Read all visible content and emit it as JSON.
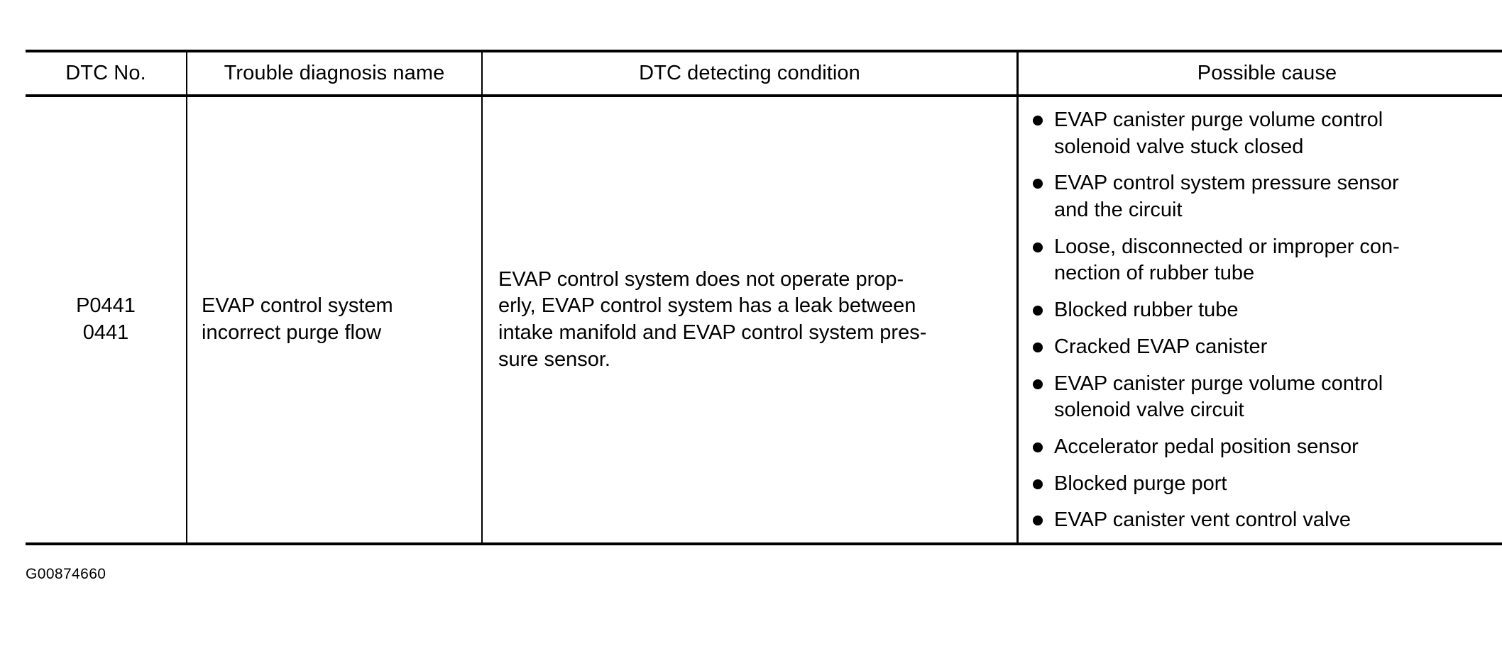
{
  "document": {
    "figure_id": "G00874660"
  },
  "table": {
    "columns": [
      {
        "key": "dtc_no",
        "header": "DTC No."
      },
      {
        "key": "name",
        "header": "Trouble diagnosis name"
      },
      {
        "key": "condition",
        "header": "DTC detecting condition"
      },
      {
        "key": "cause",
        "header": "Possible cause"
      }
    ],
    "row": {
      "dtc_no_lines": [
        "P0441",
        "0441"
      ],
      "name_lines": [
        "EVAP control system",
        "incorrect purge flow"
      ],
      "condition_lines": [
        "EVAP control system does not operate prop-",
        "erly, EVAP control system has a leak between",
        "intake manifold and EVAP control system pres-",
        "sure sensor."
      ],
      "causes": [
        {
          "lines": [
            "EVAP canister purge volume control",
            "solenoid valve stuck closed"
          ]
        },
        {
          "lines": [
            "EVAP control system pressure sensor",
            "and the circuit"
          ]
        },
        {
          "lines": [
            "Loose, disconnected or improper con-",
            "nection of rubber tube"
          ]
        },
        {
          "lines": [
            "Blocked rubber tube"
          ]
        },
        {
          "lines": [
            "Cracked EVAP canister"
          ]
        },
        {
          "lines": [
            "EVAP canister purge volume control",
            "solenoid valve circuit"
          ]
        },
        {
          "lines": [
            "Accelerator pedal position sensor"
          ]
        },
        {
          "lines": [
            "Blocked purge port"
          ]
        },
        {
          "lines": [
            "EVAP canister vent control valve"
          ]
        }
      ]
    }
  },
  "colors": {
    "ink": "#000000",
    "paper": "#ffffff"
  }
}
